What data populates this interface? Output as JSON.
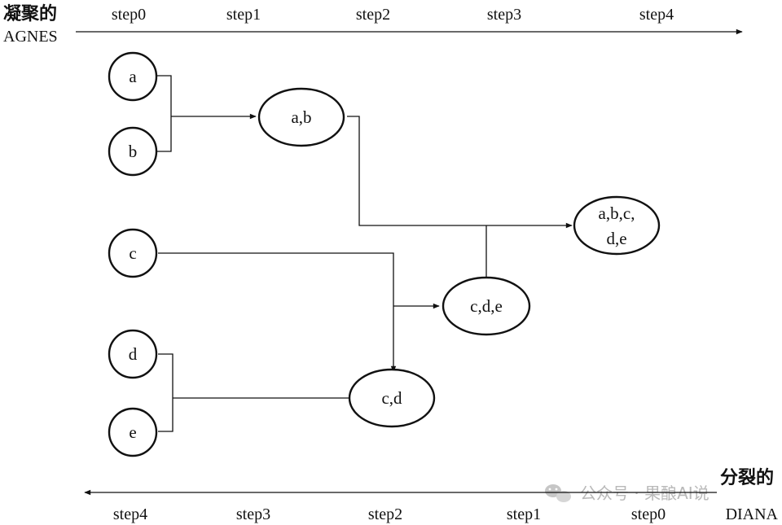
{
  "agglomerative": {
    "title": "凝聚的",
    "method": "AGNES",
    "steps": [
      "step0",
      "step1",
      "step2",
      "step3",
      "step4"
    ]
  },
  "divisive": {
    "title": "分裂的",
    "method": "DIANA",
    "steps": [
      "step4",
      "step3",
      "step2",
      "step1",
      "step0"
    ]
  },
  "nodes": {
    "a": "a",
    "b": "b",
    "c": "c",
    "d": "d",
    "e": "e",
    "ab": "a,b",
    "cd": "c,d",
    "cde": "c,d,e",
    "abcde_line1": "a,b,c,",
    "abcde_line2": "d,e"
  },
  "watermark": {
    "text": "公众号 · 果酿AI说",
    "icon": "wechat-icon"
  }
}
